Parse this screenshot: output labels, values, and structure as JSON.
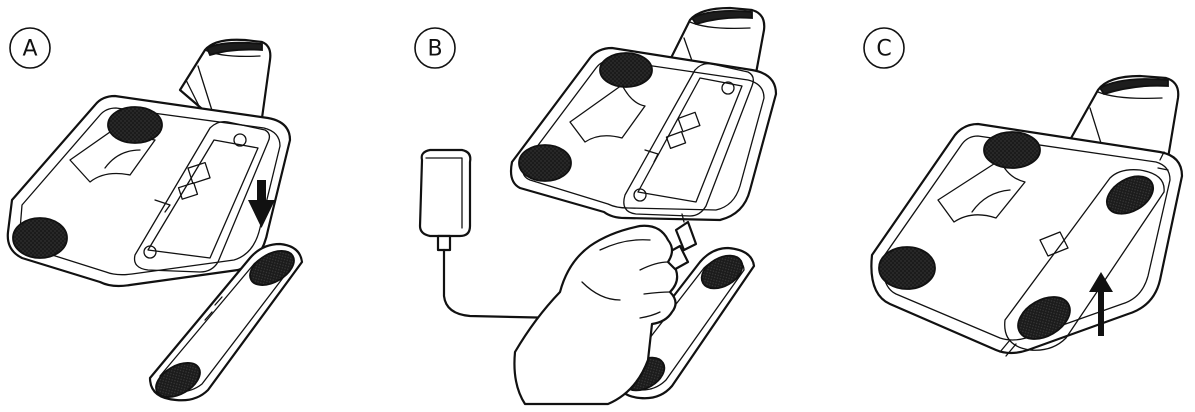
{
  "steps": [
    {
      "label": "A"
    },
    {
      "label": "B"
    },
    {
      "label": "C"
    }
  ],
  "colors": {
    "line": "#111111",
    "pad": "#1d1d1d",
    "background": "#ffffff"
  },
  "icons": [
    "arrow-down-icon",
    "arrow-up-icon",
    "power-adapter-icon",
    "hand-icon"
  ]
}
